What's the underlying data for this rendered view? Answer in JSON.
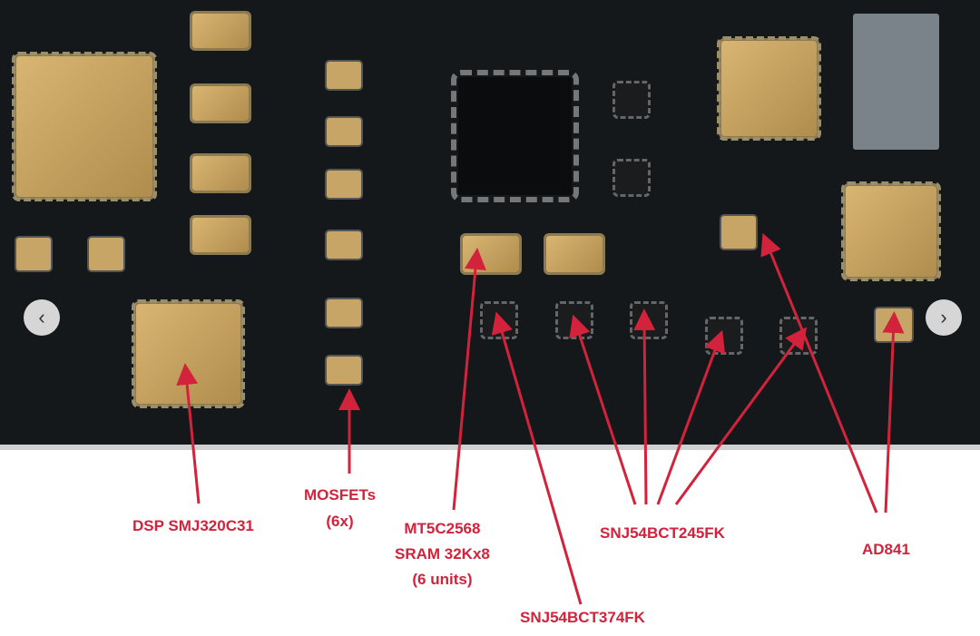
{
  "labels": {
    "dsp": "DSP SMJ320C31",
    "mosfets": "MOSFETs",
    "mosfets_count": "(6x)",
    "sram_part": "MT5C2568",
    "sram_desc": "SRAM 32Kx8",
    "sram_count": "(6 units)",
    "snj374": "SNJ54BCT374FK",
    "snj245": "SNJ54BCT245FK",
    "ad841": "AD841"
  },
  "carousel": {
    "prev_icon": "‹",
    "next_icon": "›"
  },
  "colors": {
    "annotation": "#d3223b",
    "board": "#15181a"
  }
}
